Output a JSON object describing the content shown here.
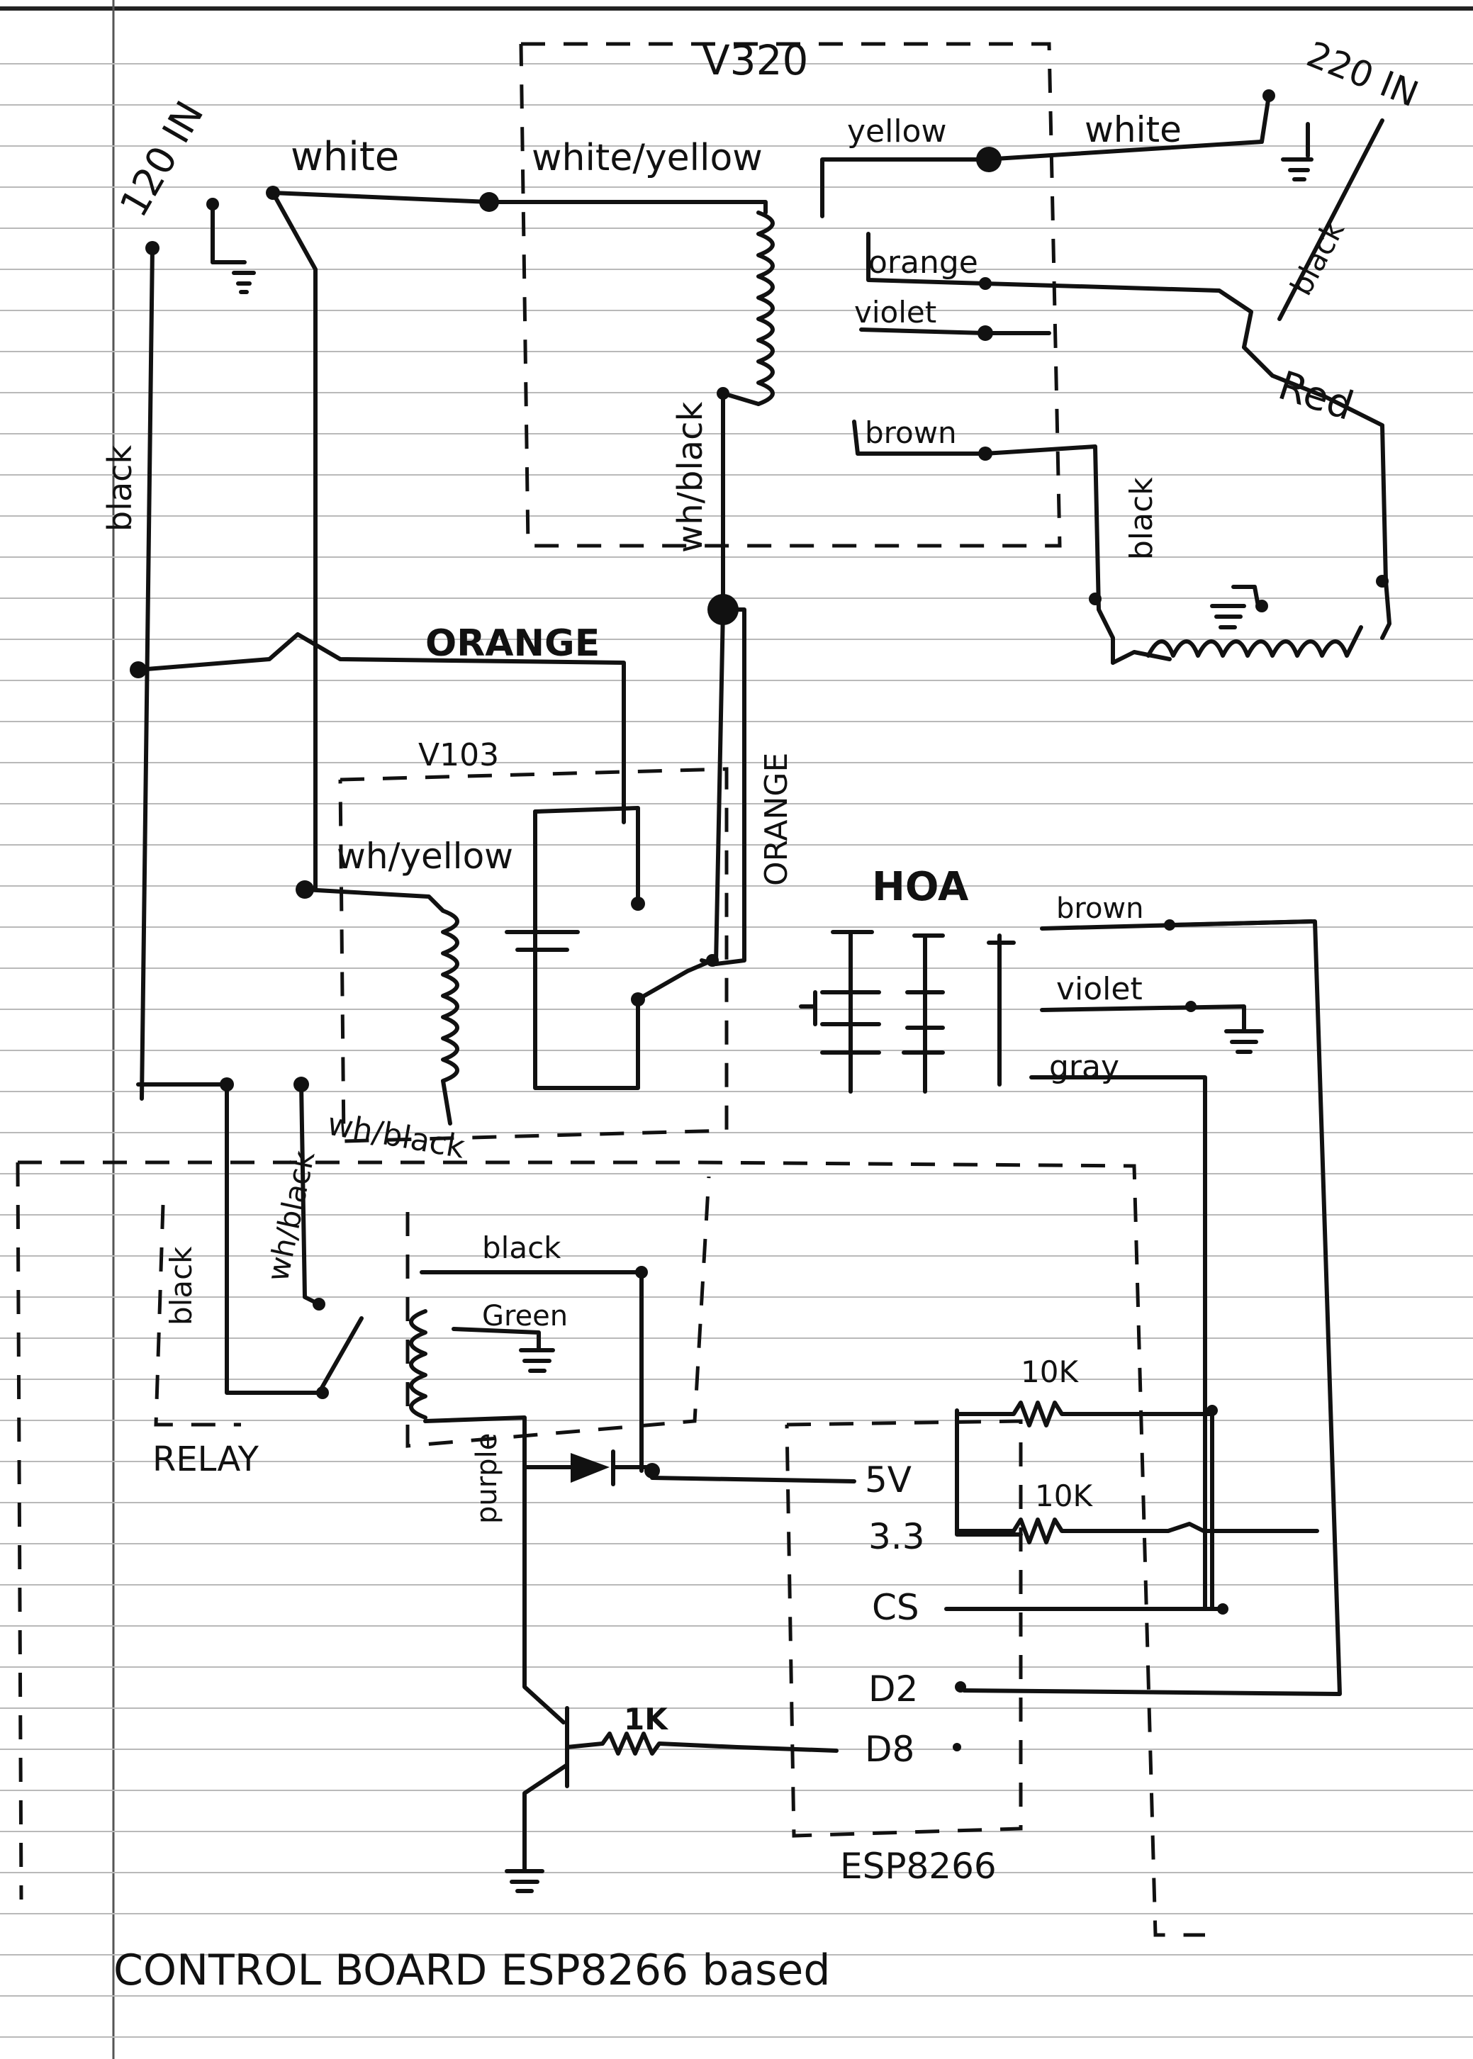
{
  "colors": {
    "paper": "#ffffff",
    "ink": "#111111",
    "rule": "#b9b9b9"
  },
  "labels": {
    "v320": "V320",
    "in120": "120 IN",
    "in220": "220 IN",
    "white_left": "white",
    "white_right": "white",
    "white_yellow": "white/yellow",
    "wh_black_top": "wh/black",
    "black_left": "black",
    "yellow": "yellow",
    "orange_small": "orange",
    "violet_top": "violet",
    "brown_top": "brown",
    "black_right": "black",
    "black_motor": "black",
    "red": "Red",
    "orange_caps": "ORANGE",
    "orange_vert": "ORANGE",
    "v103": "V103",
    "wh_yellow": "wh/yellow",
    "wh_black_mid": "wh/black",
    "wh_black_relay": "wh/black",
    "black_relay": "black",
    "hoa": "HOA",
    "brown_hoa": "brown",
    "violet_hoa": "violet",
    "gray": "gray",
    "black_coil": "black",
    "green": "Green",
    "purple": "purple",
    "relay": "RELAY",
    "r10k_a": "10K",
    "r10k_b": "10K",
    "r1k": "1K",
    "pin_5v": "5V",
    "pin_33": "3.3",
    "pin_cs": "CS",
    "pin_d2": "D2",
    "pin_d8": "D8",
    "esp": "ESP8266",
    "footer": "CONTROL BOARD ESP8266 based"
  }
}
